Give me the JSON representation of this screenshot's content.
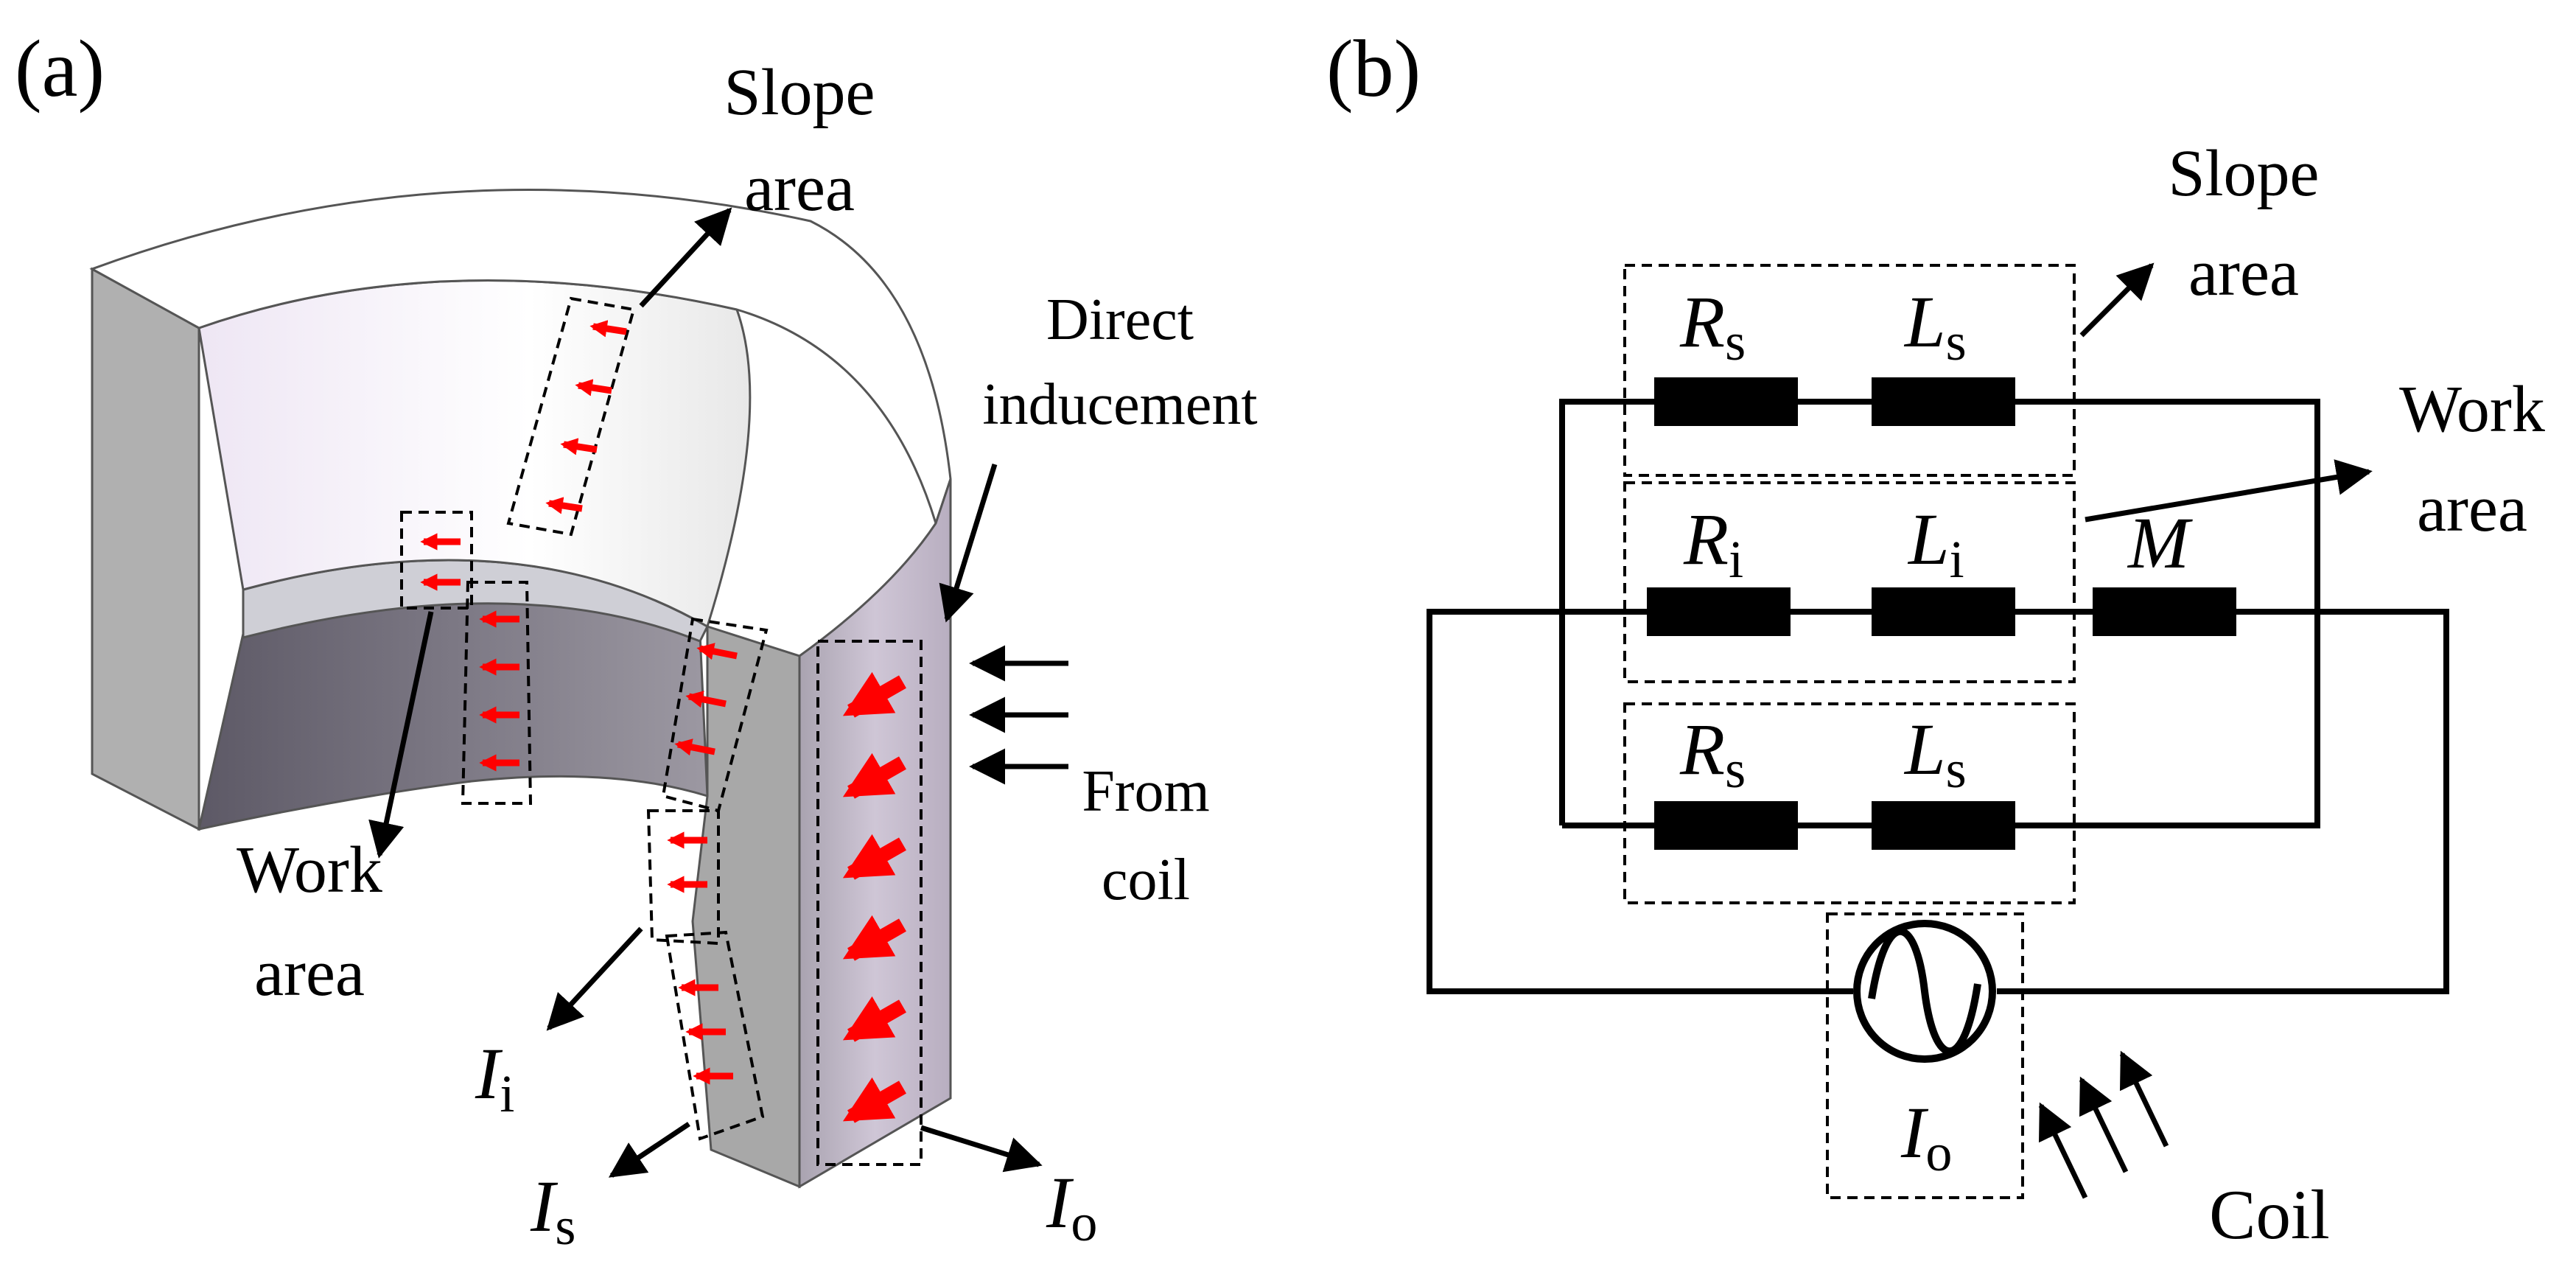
{
  "panel_a": {
    "tag": "(a)",
    "slope_area": [
      "Slope",
      "area"
    ],
    "direct_inducement": [
      "Direct",
      "inducement"
    ],
    "from_coil": [
      "From",
      "coil"
    ],
    "work_area": [
      "Work",
      "area"
    ],
    "current_i": {
      "symbol": "I",
      "subscript": "i"
    },
    "current_s": {
      "symbol": "I",
      "subscript": "s"
    },
    "current_o": {
      "symbol": "I",
      "subscript": "o"
    }
  },
  "panel_b": {
    "tag": "(b)",
    "slope_area": [
      "Slope",
      "area"
    ],
    "work_area": [
      "Work",
      "area"
    ],
    "coil": "Coil",
    "top_branch": {
      "resistor": {
        "symbol": "R",
        "subscript": "s"
      },
      "inductor": {
        "symbol": "L",
        "subscript": "s"
      }
    },
    "middle_branch": {
      "resistor": {
        "symbol": "R",
        "subscript": "i"
      },
      "inductor": {
        "symbol": "L",
        "subscript": "i"
      },
      "mutual": "M"
    },
    "bottom_branch": {
      "resistor": {
        "symbol": "R",
        "subscript": "s"
      },
      "inductor": {
        "symbol": "L",
        "subscript": "s"
      }
    },
    "source": {
      "symbol": "I",
      "subscript": "o"
    }
  },
  "colors": {
    "ink": "#000000",
    "current_arrow": "#ff0000",
    "top_face": "#ffffff",
    "outer_face": "#bfb5c6",
    "side_face": "#a9a9a9",
    "inner_wall": "#6f6b76"
  }
}
